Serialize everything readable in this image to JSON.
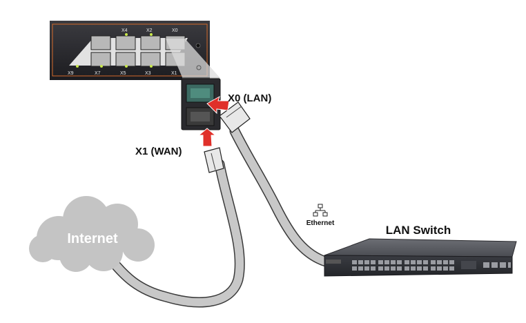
{
  "firewall": {
    "top_port_labels": [
      "X4",
      "X2",
      "X0"
    ],
    "bottom_port_labels": [
      "X9",
      "X7",
      "X5",
      "X3",
      "X1"
    ]
  },
  "callout": {
    "lan_label": "X0 (LAN)",
    "wan_label": "X1 (WAN)"
  },
  "cloud": {
    "label": "Internet"
  },
  "ethernet": {
    "label": "Ethernet",
    "icon": "network-icon"
  },
  "switch": {
    "label": "LAN Switch"
  },
  "colors": {
    "cable": "#c8c8c8",
    "cable_outline": "#3a3a3a",
    "arrow": "#e0302a",
    "cloud": "#c4c4c4",
    "device_dark": "#2a2a2e",
    "port_led": "#c8e84a"
  }
}
